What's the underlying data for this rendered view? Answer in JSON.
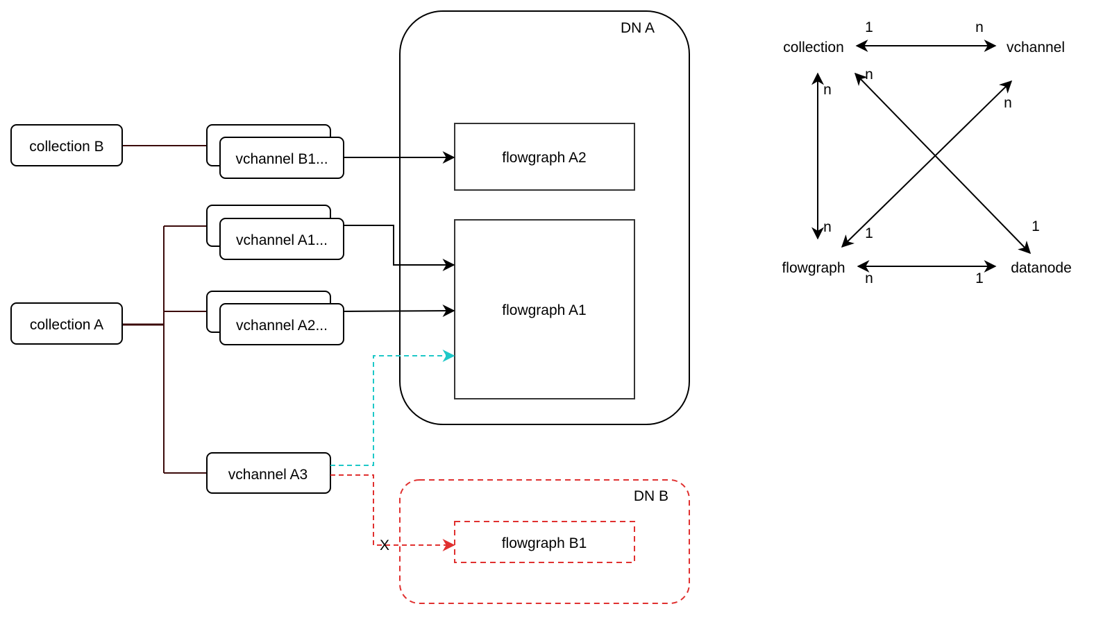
{
  "colors": {
    "stroke": "#000000",
    "tree_line": "#3b0a0a",
    "cyan": "#1ec8c8",
    "red": "#e0302f",
    "background": "#ffffff"
  },
  "datanodes": {
    "dn_a": {
      "label": "DN A",
      "style": "solid"
    },
    "dn_b": {
      "label": "DN B",
      "style": "dashed-red"
    }
  },
  "collections": [
    {
      "id": "collection_b",
      "label": "collection B"
    },
    {
      "id": "collection_a",
      "label": "collection A"
    }
  ],
  "vchannels": [
    {
      "id": "vchannel_b1",
      "label": "vchannel B1...",
      "stacked": true,
      "collection": "collection_b"
    },
    {
      "id": "vchannel_a1",
      "label": "vchannel A1...",
      "stacked": true,
      "collection": "collection_a"
    },
    {
      "id": "vchannel_a2",
      "label": "vchannel A2...",
      "stacked": true,
      "collection": "collection_a"
    },
    {
      "id": "vchannel_a3",
      "label": "vchannel A3",
      "stacked": false,
      "collection": "collection_a"
    }
  ],
  "flowgraphs": [
    {
      "id": "flowgraph_a2",
      "label": "flowgraph A2",
      "datanode": "dn_a"
    },
    {
      "id": "flowgraph_a1",
      "label": "flowgraph A1",
      "datanode": "dn_a"
    },
    {
      "id": "flowgraph_b1",
      "label": "flowgraph B1",
      "datanode": "dn_b",
      "style": "dashed-red"
    }
  ],
  "edges": [
    {
      "from": "vchannel_b1",
      "to": "flowgraph_a2",
      "style": "solid"
    },
    {
      "from": "vchannel_a1",
      "to": "flowgraph_a1",
      "style": "solid"
    },
    {
      "from": "vchannel_a2",
      "to": "flowgraph_a1",
      "style": "solid"
    },
    {
      "from": "vchannel_a3",
      "to": "flowgraph_a1",
      "style": "dashed-cyan"
    },
    {
      "from": "vchannel_a3",
      "to": "flowgraph_b1",
      "style": "dashed-red",
      "marker": "X"
    }
  ],
  "blocked_marker": "X",
  "relations": {
    "nodes": {
      "collection": "collection",
      "vchannel": "vchannel",
      "flowgraph": "flowgraph",
      "datanode": "datanode"
    },
    "edges": [
      {
        "a": "collection",
        "b": "vchannel",
        "card_a": "1",
        "card_b": "n"
      },
      {
        "a": "collection",
        "b": "flowgraph",
        "card_a": "n",
        "card_b": "n"
      },
      {
        "a": "vchannel",
        "b": "flowgraph",
        "card_a": "n",
        "card_b": "1"
      },
      {
        "a": "collection",
        "b": "datanode",
        "card_a": "n",
        "card_b": "1"
      },
      {
        "a": "flowgraph",
        "b": "datanode",
        "card_a": "n",
        "card_b": "1"
      }
    ]
  }
}
